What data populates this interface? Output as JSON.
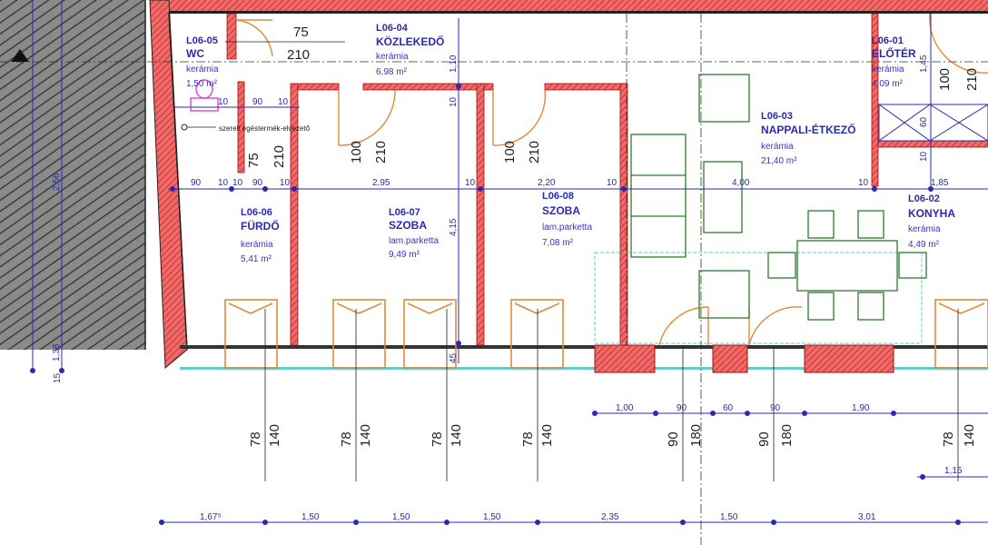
{
  "rooms": {
    "wc": {
      "id": "L06-05",
      "name": "WC",
      "floor": "kerámia",
      "area": "1,50 m²"
    },
    "hall": {
      "id": "L06-04",
      "name": "KÖZLEKEDŐ",
      "floor": "kerámia",
      "area": "6,98 m²"
    },
    "entry": {
      "id": "L06-01",
      "name": "ELŐTÉR",
      "floor": "kerámia",
      "area": "4,09 m²"
    },
    "living": {
      "id": "L06-03",
      "name": "NAPPALI-ÉTKEZŐ",
      "floor": "kerámia",
      "area": "21,40 m²"
    },
    "bath": {
      "id": "L06-06",
      "name": "FÜRDŐ",
      "floor": "kerámia",
      "area": "5,41 m²"
    },
    "room1": {
      "id": "L06-07",
      "name": "SZOBA",
      "floor": "lam.parketta",
      "area": "9,49 m²"
    },
    "room2": {
      "id": "L06-08",
      "name": "SZOBA",
      "floor": "lam.parketta",
      "area": "7,08 m²"
    },
    "kitchen": {
      "id": "L06-02",
      "name": "KONYHA",
      "floor": "kerámia",
      "area": "4,49 m²"
    }
  },
  "note": "szerelt égéstermék-elvezető",
  "door_dims": {
    "top_width": "75",
    "top_height": "210",
    "d1_width": "75",
    "d1_height": "210",
    "d2_width": "100",
    "d2_height": "210",
    "d3_width": "100",
    "d3_height": "210",
    "entry_width": "100",
    "entry_height": "210",
    "vertical_110": "1,10",
    "vertical_145": "1,45"
  },
  "mid_dims": [
    "90",
    "10",
    "10",
    "90",
    "10",
    "2,95",
    "10",
    "2,20",
    "10",
    "4,00",
    "10",
    "1,85"
  ],
  "left_dims": [
    "90",
    "10",
    "10",
    "90",
    "10"
  ],
  "side_dims": [
    "2,56",
    "1,38",
    "15",
    "4,15",
    "45",
    "10",
    "10",
    "60",
    "10"
  ],
  "window_dims": [
    {
      "w": "78",
      "h": "140"
    },
    {
      "w": "78",
      "h": "140"
    },
    {
      "w": "78",
      "h": "140"
    },
    {
      "w": "78",
      "h": "140"
    },
    {
      "w": "90",
      "h": "180"
    },
    {
      "w": "90",
      "h": "180"
    },
    {
      "w": "78",
      "h": "140"
    }
  ],
  "opening_dims": [
    "1,00",
    "90",
    "60",
    "90",
    "1,90",
    "1,15"
  ],
  "bottom_dims": [
    "1,67⁵",
    "1,50",
    "1,50",
    "1,50",
    "2,35",
    "1,50",
    "3,01"
  ],
  "colors": {
    "wall": "#e03a3a",
    "wall_dark": "#a01010",
    "dim": "#2a2ab0",
    "door": "#e08a3a",
    "furniture": "#2f7a2f",
    "terrace": "#66cccc",
    "hatch": "#5a5a5a"
  }
}
